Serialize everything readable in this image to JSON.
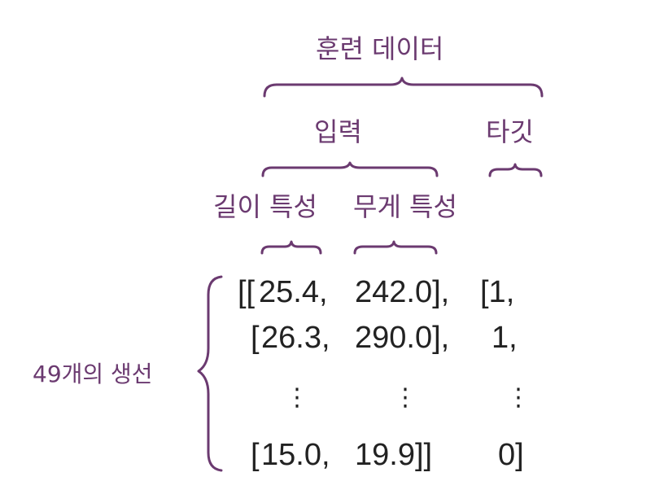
{
  "labels": {
    "training_data": "훈련 데이터",
    "input": "입력",
    "target": "타깃",
    "length_feature": "길이 특성",
    "weight_feature": "무게 특성",
    "fish_count": "49개의 생선"
  },
  "matrix": {
    "rows": [
      {
        "open": "[[",
        "length": "25.4,",
        "weight": "242.0],",
        "target": "[1,"
      },
      {
        "open": "[",
        "length": "26.3,",
        "weight": "290.0],",
        "target": "1,"
      },
      {
        "open": "",
        "length": "⋮",
        "weight": "⋮",
        "target": "⋮"
      },
      {
        "open": "[",
        "length": "15.0,",
        "weight": "19.9]]",
        "target": "0]"
      }
    ]
  },
  "colors": {
    "annotation": "#6b3a70",
    "text": "#222222"
  }
}
